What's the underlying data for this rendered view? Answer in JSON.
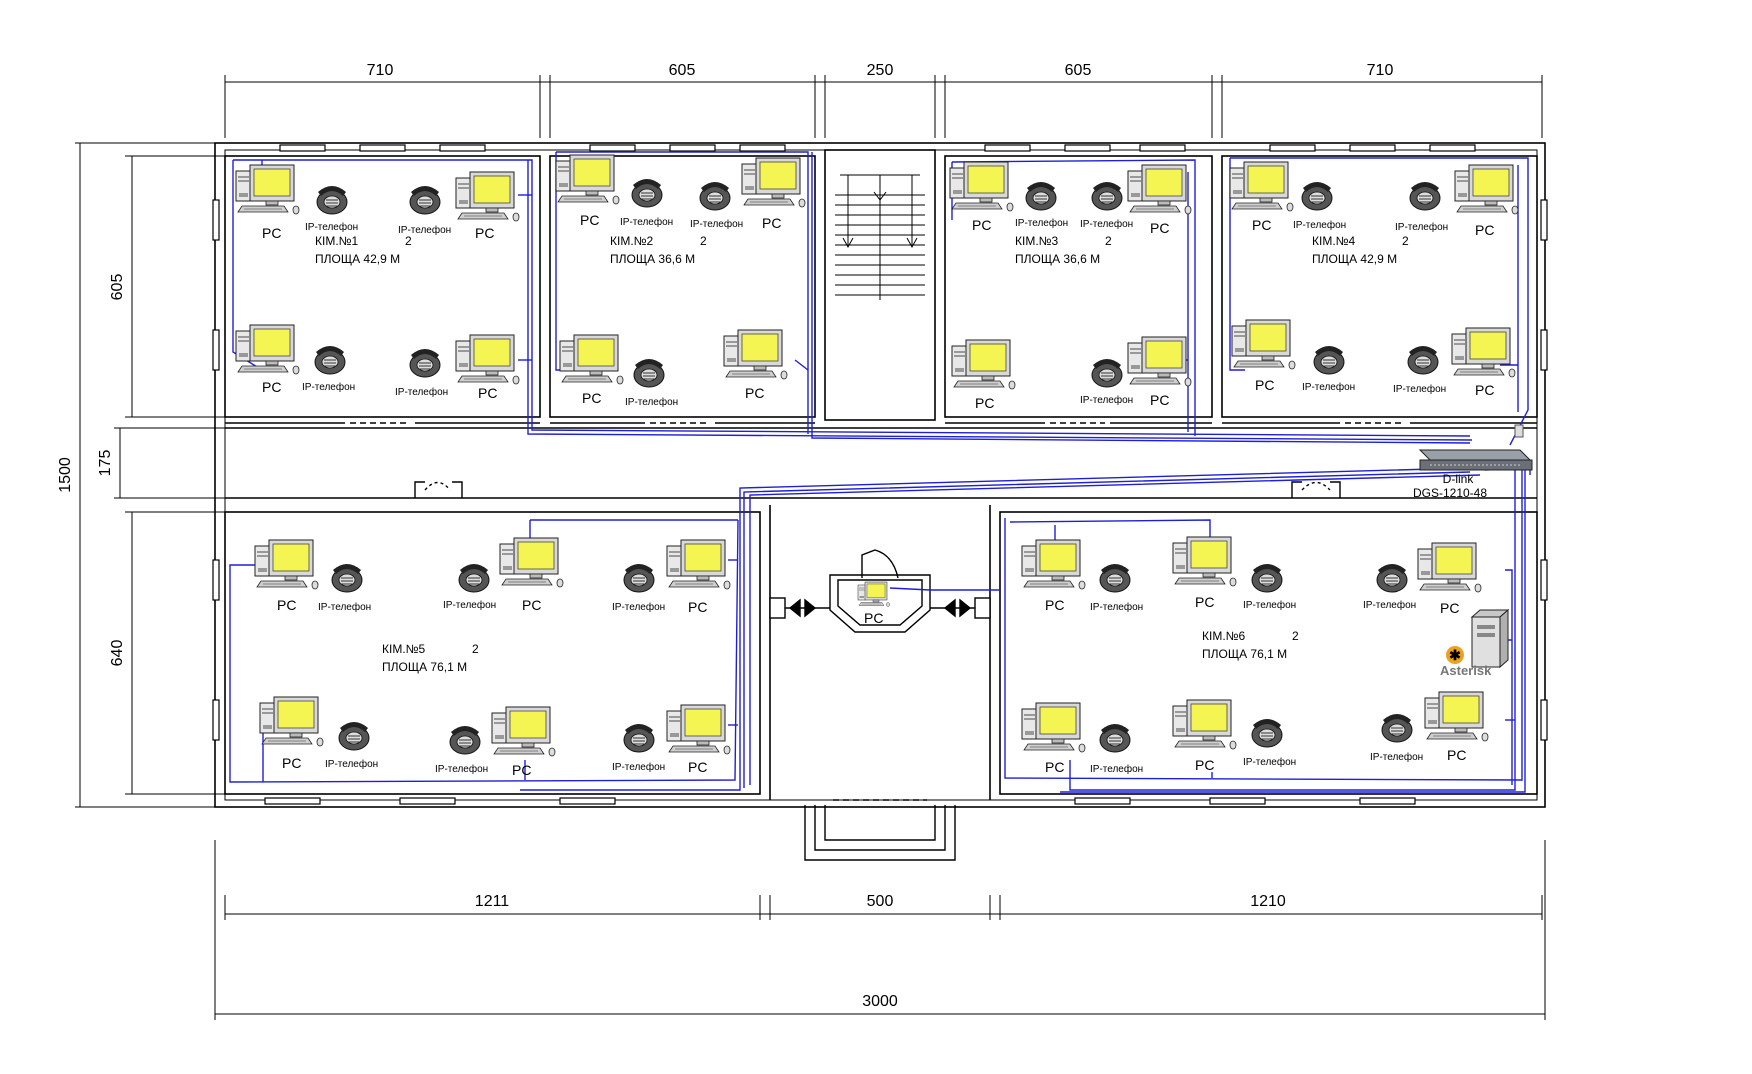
{
  "dimensions": {
    "top": [
      "710",
      "605",
      "250",
      "605",
      "710"
    ],
    "bottom": [
      "1211",
      "500",
      "1210"
    ],
    "total_width": "3000",
    "left_upper": "605",
    "left_corridor": "175",
    "left_lower": "640",
    "total_height": "1500"
  },
  "rooms": [
    {
      "name": "КІМ.№1",
      "sup": "2",
      "area": "ПЛОЩА 42,9 М"
    },
    {
      "name": "КІМ.№2",
      "sup": "2",
      "area": "ПЛОЩА 36,6 М"
    },
    {
      "name": "КІМ.№3",
      "sup": "2",
      "area": "ПЛОЩА 36,6 М"
    },
    {
      "name": "КІМ.№4",
      "sup": "2",
      "area": "ПЛОЩА 42,9 М"
    },
    {
      "name": "КІМ.№5",
      "sup": "2",
      "area": "ПЛОЩА 76,1 М"
    },
    {
      "name": "КІМ.№6",
      "sup": "2",
      "area": "ПЛОЩА 76,1 М"
    }
  ],
  "labels": {
    "pc": "PC",
    "ip_phone": "IP-телефон"
  },
  "switch": {
    "line1": "D-link",
    "line2": "DGS-1210-48"
  },
  "server": {
    "logo_text": "Asterisk"
  },
  "colors": {
    "cable": "#1f1fd6",
    "monitor_screen": "#f4f452",
    "walls": "#000000",
    "asterisk": "#f0a020"
  }
}
